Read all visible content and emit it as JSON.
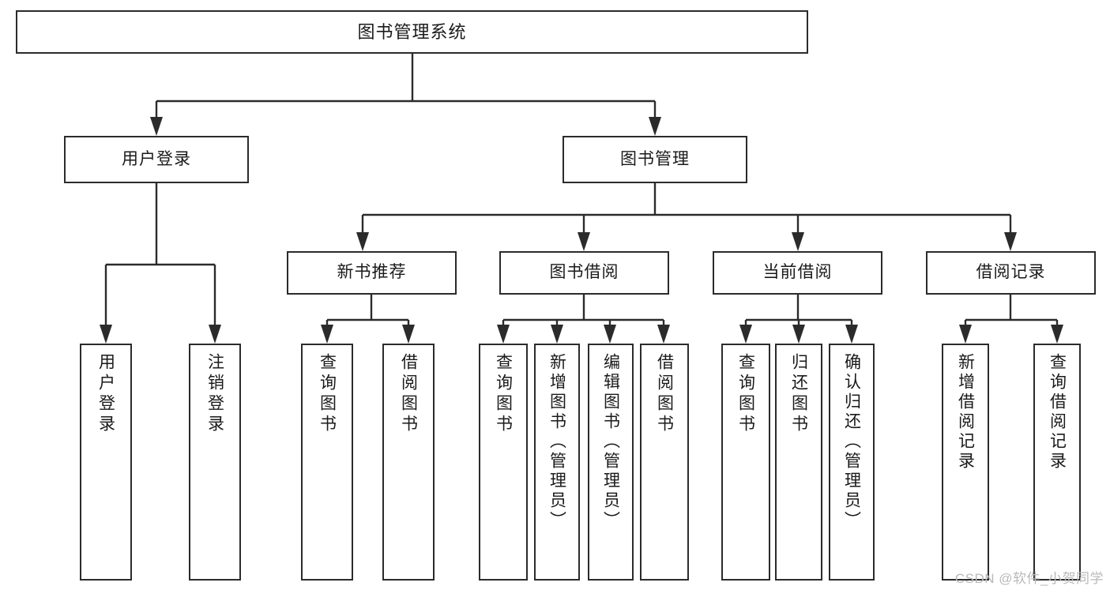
{
  "diagram": {
    "type": "hierarchy-tree",
    "title": "图书管理系统",
    "watermark": "CSDN @软件_小贺同学",
    "colors": {
      "box_border": "#2b2b2b",
      "box_fill": "#ffffff",
      "line": "#2b2b2b",
      "text": "#1a1a1a",
      "watermark": "#b9b9b9"
    },
    "levels": {
      "root": "图书管理系统",
      "level2": [
        "用户登录",
        "图书管理"
      ],
      "level3": [
        "新书推荐",
        "图书借阅",
        "当前借阅",
        "借阅记录"
      ]
    },
    "nodes": {
      "root": "图书管理系统",
      "user_login": "用户登录",
      "book_manage": "图书管理",
      "new_book_rec": "新书推荐",
      "book_borrow": "图书借阅",
      "current_borrow": "当前借阅",
      "borrow_record": "借阅记录",
      "leaf_user_login": "用户登录",
      "leaf_logout": "注销登录",
      "leaf_query_book_1": "查询图书",
      "leaf_borrow_book_1": "借阅图书",
      "leaf_query_book_2": "查询图书",
      "leaf_add_book_admin": "新增图书（管理员）",
      "leaf_edit_book_admin": "编辑图书（管理员）",
      "leaf_borrow_book_2": "借阅图书",
      "leaf_query_book_3": "查询图书",
      "leaf_return_book": "归还图书",
      "leaf_confirm_return_admin": "确认归还（管理员）",
      "leaf_add_record": "新增借阅记录",
      "leaf_query_record": "查询借阅记录"
    },
    "edges": [
      {
        "from": "图书管理系统",
        "to": "用户登录"
      },
      {
        "from": "图书管理系统",
        "to": "图书管理"
      },
      {
        "from": "用户登录",
        "to": "用户登录"
      },
      {
        "from": "用户登录",
        "to": "注销登录"
      },
      {
        "from": "图书管理",
        "to": "新书推荐"
      },
      {
        "from": "图书管理",
        "to": "图书借阅"
      },
      {
        "from": "图书管理",
        "to": "当前借阅"
      },
      {
        "from": "图书管理",
        "to": "借阅记录"
      },
      {
        "from": "新书推荐",
        "to": "查询图书"
      },
      {
        "from": "新书推荐",
        "to": "借阅图书"
      },
      {
        "from": "图书借阅",
        "to": "查询图书"
      },
      {
        "from": "图书借阅",
        "to": "新增图书（管理员）"
      },
      {
        "from": "图书借阅",
        "to": "编辑图书（管理员）"
      },
      {
        "from": "图书借阅",
        "to": "借阅图书"
      },
      {
        "from": "当前借阅",
        "to": "查询图书"
      },
      {
        "from": "当前借阅",
        "to": "归还图书"
      },
      {
        "from": "当前借阅",
        "to": "确认归还（管理员）"
      },
      {
        "from": "借阅记录",
        "to": "新增借阅记录"
      },
      {
        "from": "借阅记录",
        "to": "查询借阅记录"
      }
    ]
  }
}
